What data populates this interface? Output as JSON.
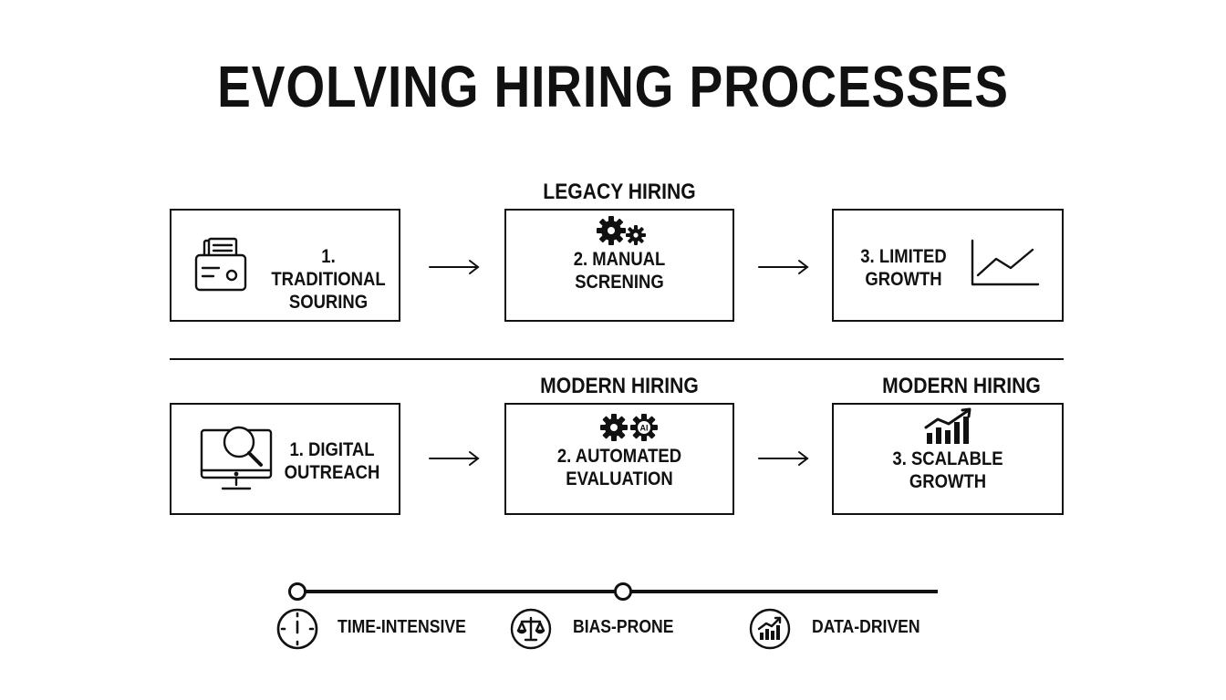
{
  "title": "EVOLVING HIRING PROCESSES",
  "legacy": {
    "label": "LEGACY HIRING",
    "steps": [
      {
        "line1": "1. TRADITIONAL",
        "line2": "SOURING",
        "icon": "document-printer-icon"
      },
      {
        "line1": "2. MANUAL",
        "line2": "SCRENING",
        "icon": "gears-icon"
      },
      {
        "line1": "3. LIMITED",
        "line2": "GROWTH",
        "icon": "flat-line-chart-icon"
      }
    ]
  },
  "modern": {
    "label_middle": "MODERN HIRING",
    "label_right": "MODERN HIRING",
    "steps": [
      {
        "line1": "1. DIGITAL",
        "line2": "OUTREACH",
        "icon": "monitor-search-icon"
      },
      {
        "line1": "2. AUTOMATED",
        "line2": "EVALUATION",
        "icon": "ai-gears-icon"
      },
      {
        "line1": "3. SCALABLE",
        "line2": "GROWTH",
        "icon": "bar-chart-growth-icon"
      }
    ]
  },
  "legend": [
    {
      "label": "TIME-INTENSIVE",
      "icon": "clock-icon"
    },
    {
      "label": "BIAS-PRONE",
      "icon": "scales-icon"
    },
    {
      "label": "DATA-DRIVEN",
      "icon": "chart-circle-icon"
    }
  ],
  "colors": {
    "ink": "#111111",
    "background": "#ffffff"
  }
}
